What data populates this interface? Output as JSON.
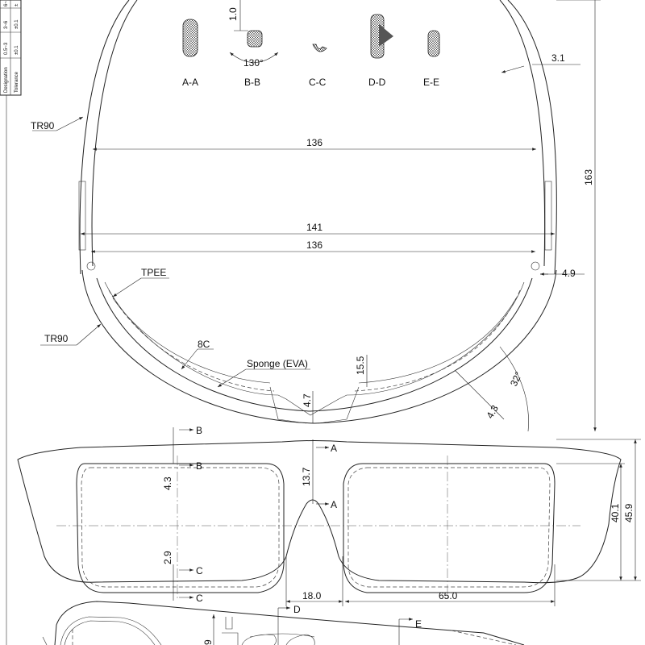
{
  "tolerance_table": {
    "row_labels": [
      "Designation",
      "Tolerance"
    ],
    "columns": [
      {
        "designation": "0.5~3",
        "tolerance": "±0.1"
      },
      {
        "designation": "3~6",
        "tolerance": "±0.1"
      },
      {
        "designation": "6~",
        "tolerance": "±"
      }
    ]
  },
  "sections": [
    {
      "label": "A-A"
    },
    {
      "label": "B-B"
    },
    {
      "label": "C-C"
    },
    {
      "label": "D-D"
    },
    {
      "label": "E-E"
    }
  ],
  "section_dims": {
    "bb_height": "1.0",
    "bb_angle": "130°"
  },
  "materials": {
    "temple": "TR90",
    "frame": "TR90",
    "pad": "TPEE",
    "base_curve": "8C",
    "sponge": "Sponge (EVA)"
  },
  "top_view_dims": {
    "temple_thickness": "3.1",
    "inner_width_upper": "136",
    "outer_width": "141",
    "inner_width_lower": "136",
    "overall_length": "163",
    "hinge_offset": "4.9",
    "depth": "15.5",
    "bridge_gap": "4.7",
    "wrap_angle": "32°",
    "rim_thickness": "4.3"
  },
  "front_view_dims": {
    "section_markers": [
      "A",
      "A",
      "B",
      "B",
      "C",
      "C",
      "D",
      "E"
    ],
    "top_rim": "4.3",
    "bridge_height": "13.7",
    "bottom_rim": "2.9",
    "lens_height": "40.1",
    "frame_height": "45.9",
    "bridge_width": "18.0",
    "lens_width": "65.0"
  },
  "side_view_dims": {
    "partial_dim": "9"
  }
}
